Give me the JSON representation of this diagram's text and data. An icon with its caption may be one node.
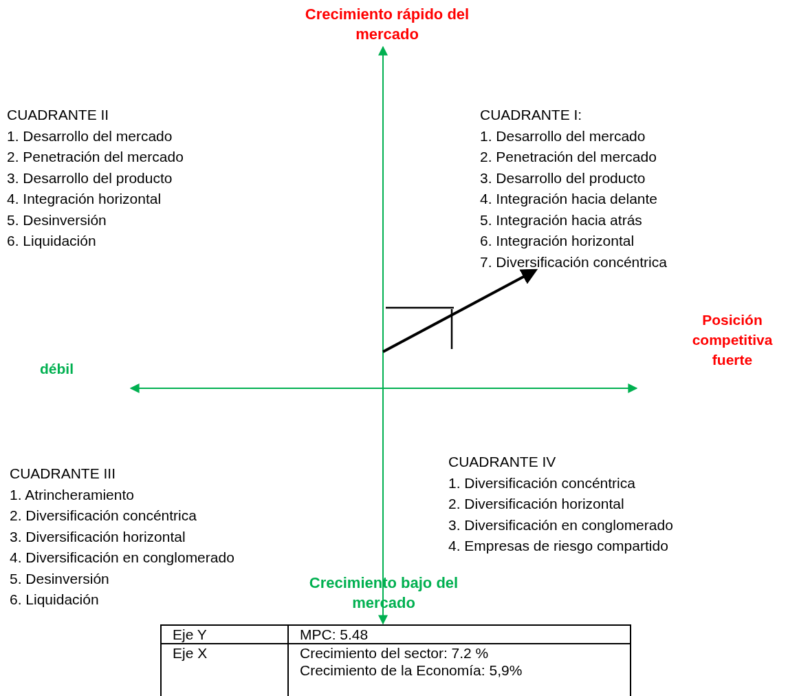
{
  "diagram": {
    "labels": [
      "Crecimiento rápido del mercado",
      "CUADRANTE II",
      "1. Desarrollo del mercado",
      "2. Penetración del mercado",
      "3. Desarrollo del producto",
      "4. Integración horizontal",
      "5. Desinversión",
      "6. Liquidación",
      "CUADRANTE I:",
      "1. Desarrollo del mercado",
      "2. Penetración del mercado",
      "3. Desarrollo del producto",
      "4. Integración hacia delante",
      "5. Integración hacia atrás",
      "6. Integración horizontal",
      "7. Diversificación concéntrica",
      "Posición competitiva fuerte",
      "débil",
      "CUADRANTE IV",
      "1. Diversificación concéntrica",
      "2. Diversificación horizontal",
      "3. Diversificación en conglomerado",
      "4. Empresas de riesgo compartido",
      "CUADRANTE III",
      "1. Atrincheramiento",
      "2. Diversificación concéntrica",
      "3. Diversificación horizontal",
      "4. Diversificación en conglomerado",
      "5. Desinversión",
      "6. Liquidación",
      "Crecimiento bajo del mercado",
      "Eje Y",
      "MPC: 5.48",
      "Eje X",
      "Crecimiento del sector: 7.2 %",
      "Crecimiento de la Economía: 5,9%"
    ]
  }
}
